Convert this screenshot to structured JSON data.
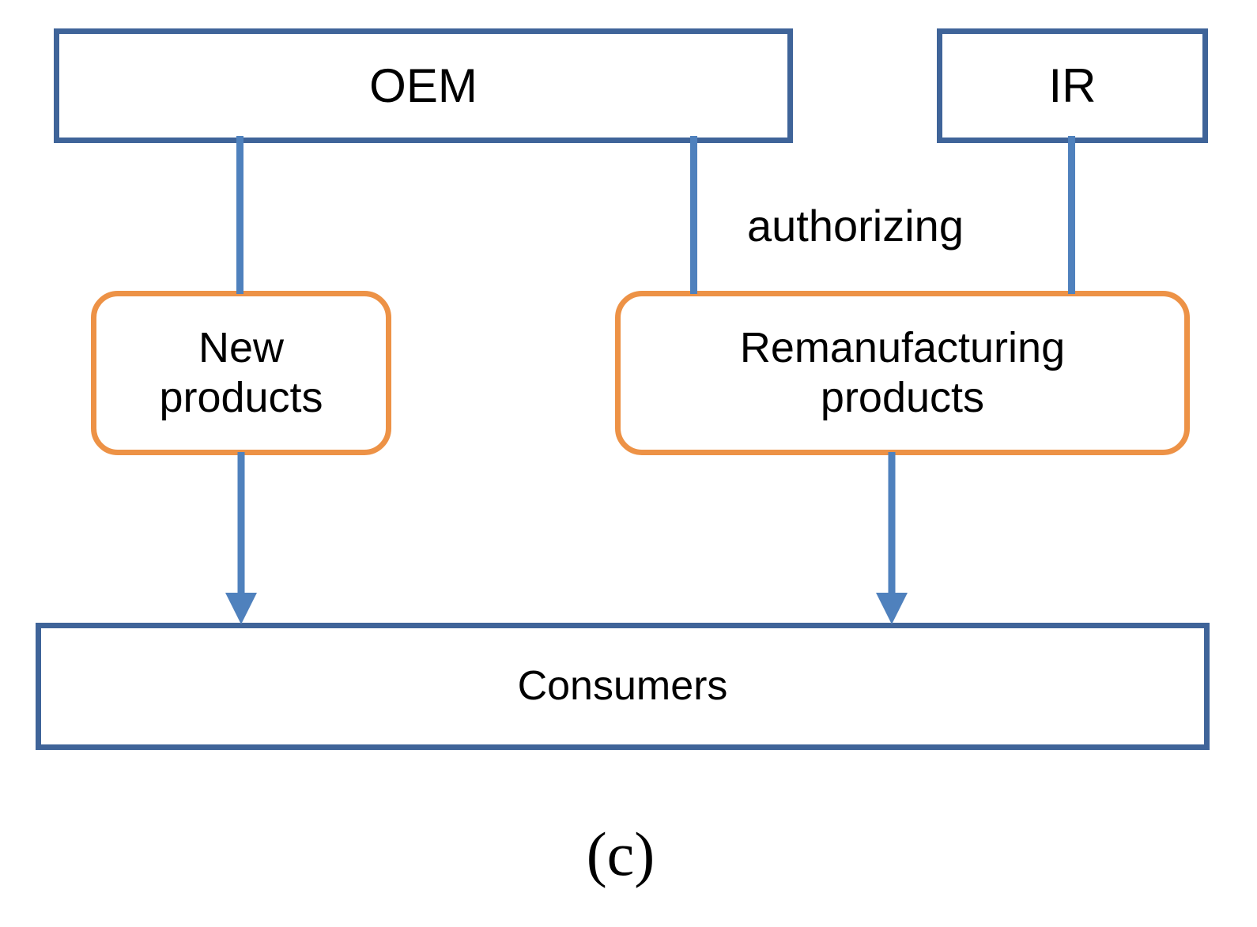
{
  "figure": {
    "caption": "(c)",
    "colors": {
      "node_border_blue": "#3F6499",
      "node_border_orange": "#ED9246",
      "connector_blue": "#4F81BD",
      "background": "#ffffff",
      "text": "#000000"
    }
  },
  "nodes": {
    "oem": {
      "label": "OEM"
    },
    "ir": {
      "label": "IR"
    },
    "new_products": {
      "label": "New\nproducts"
    },
    "remanufacturing_products": {
      "label": "Remanufacturing\nproducts"
    },
    "consumers": {
      "label": "Consumers"
    }
  },
  "edges": {
    "oem_to_new_products": {
      "label": ""
    },
    "oem_to_remanufacturing": {
      "label": ""
    },
    "ir_to_remanufacturing": {
      "label": "authorizing"
    },
    "new_products_to_consumers": {
      "label": ""
    },
    "remanufacturing_to_consumers": {
      "label": ""
    }
  },
  "diagram_data": {
    "type": "flow-diagram",
    "title": "(c)",
    "node_list": [
      "OEM",
      "IR",
      "New products",
      "Remanufacturing products",
      "Consumers"
    ],
    "edge_list": [
      {
        "from": "OEM",
        "to": "New products",
        "label": "",
        "arrow": false
      },
      {
        "from": "OEM",
        "to": "Remanufacturing products",
        "label": "",
        "arrow": false
      },
      {
        "from": "IR",
        "to": "Remanufacturing products",
        "label": "authorizing",
        "arrow": false
      },
      {
        "from": "New products",
        "to": "Consumers",
        "label": "",
        "arrow": true
      },
      {
        "from": "Remanufacturing products",
        "to": "Consumers",
        "label": "",
        "arrow": true
      }
    ]
  }
}
